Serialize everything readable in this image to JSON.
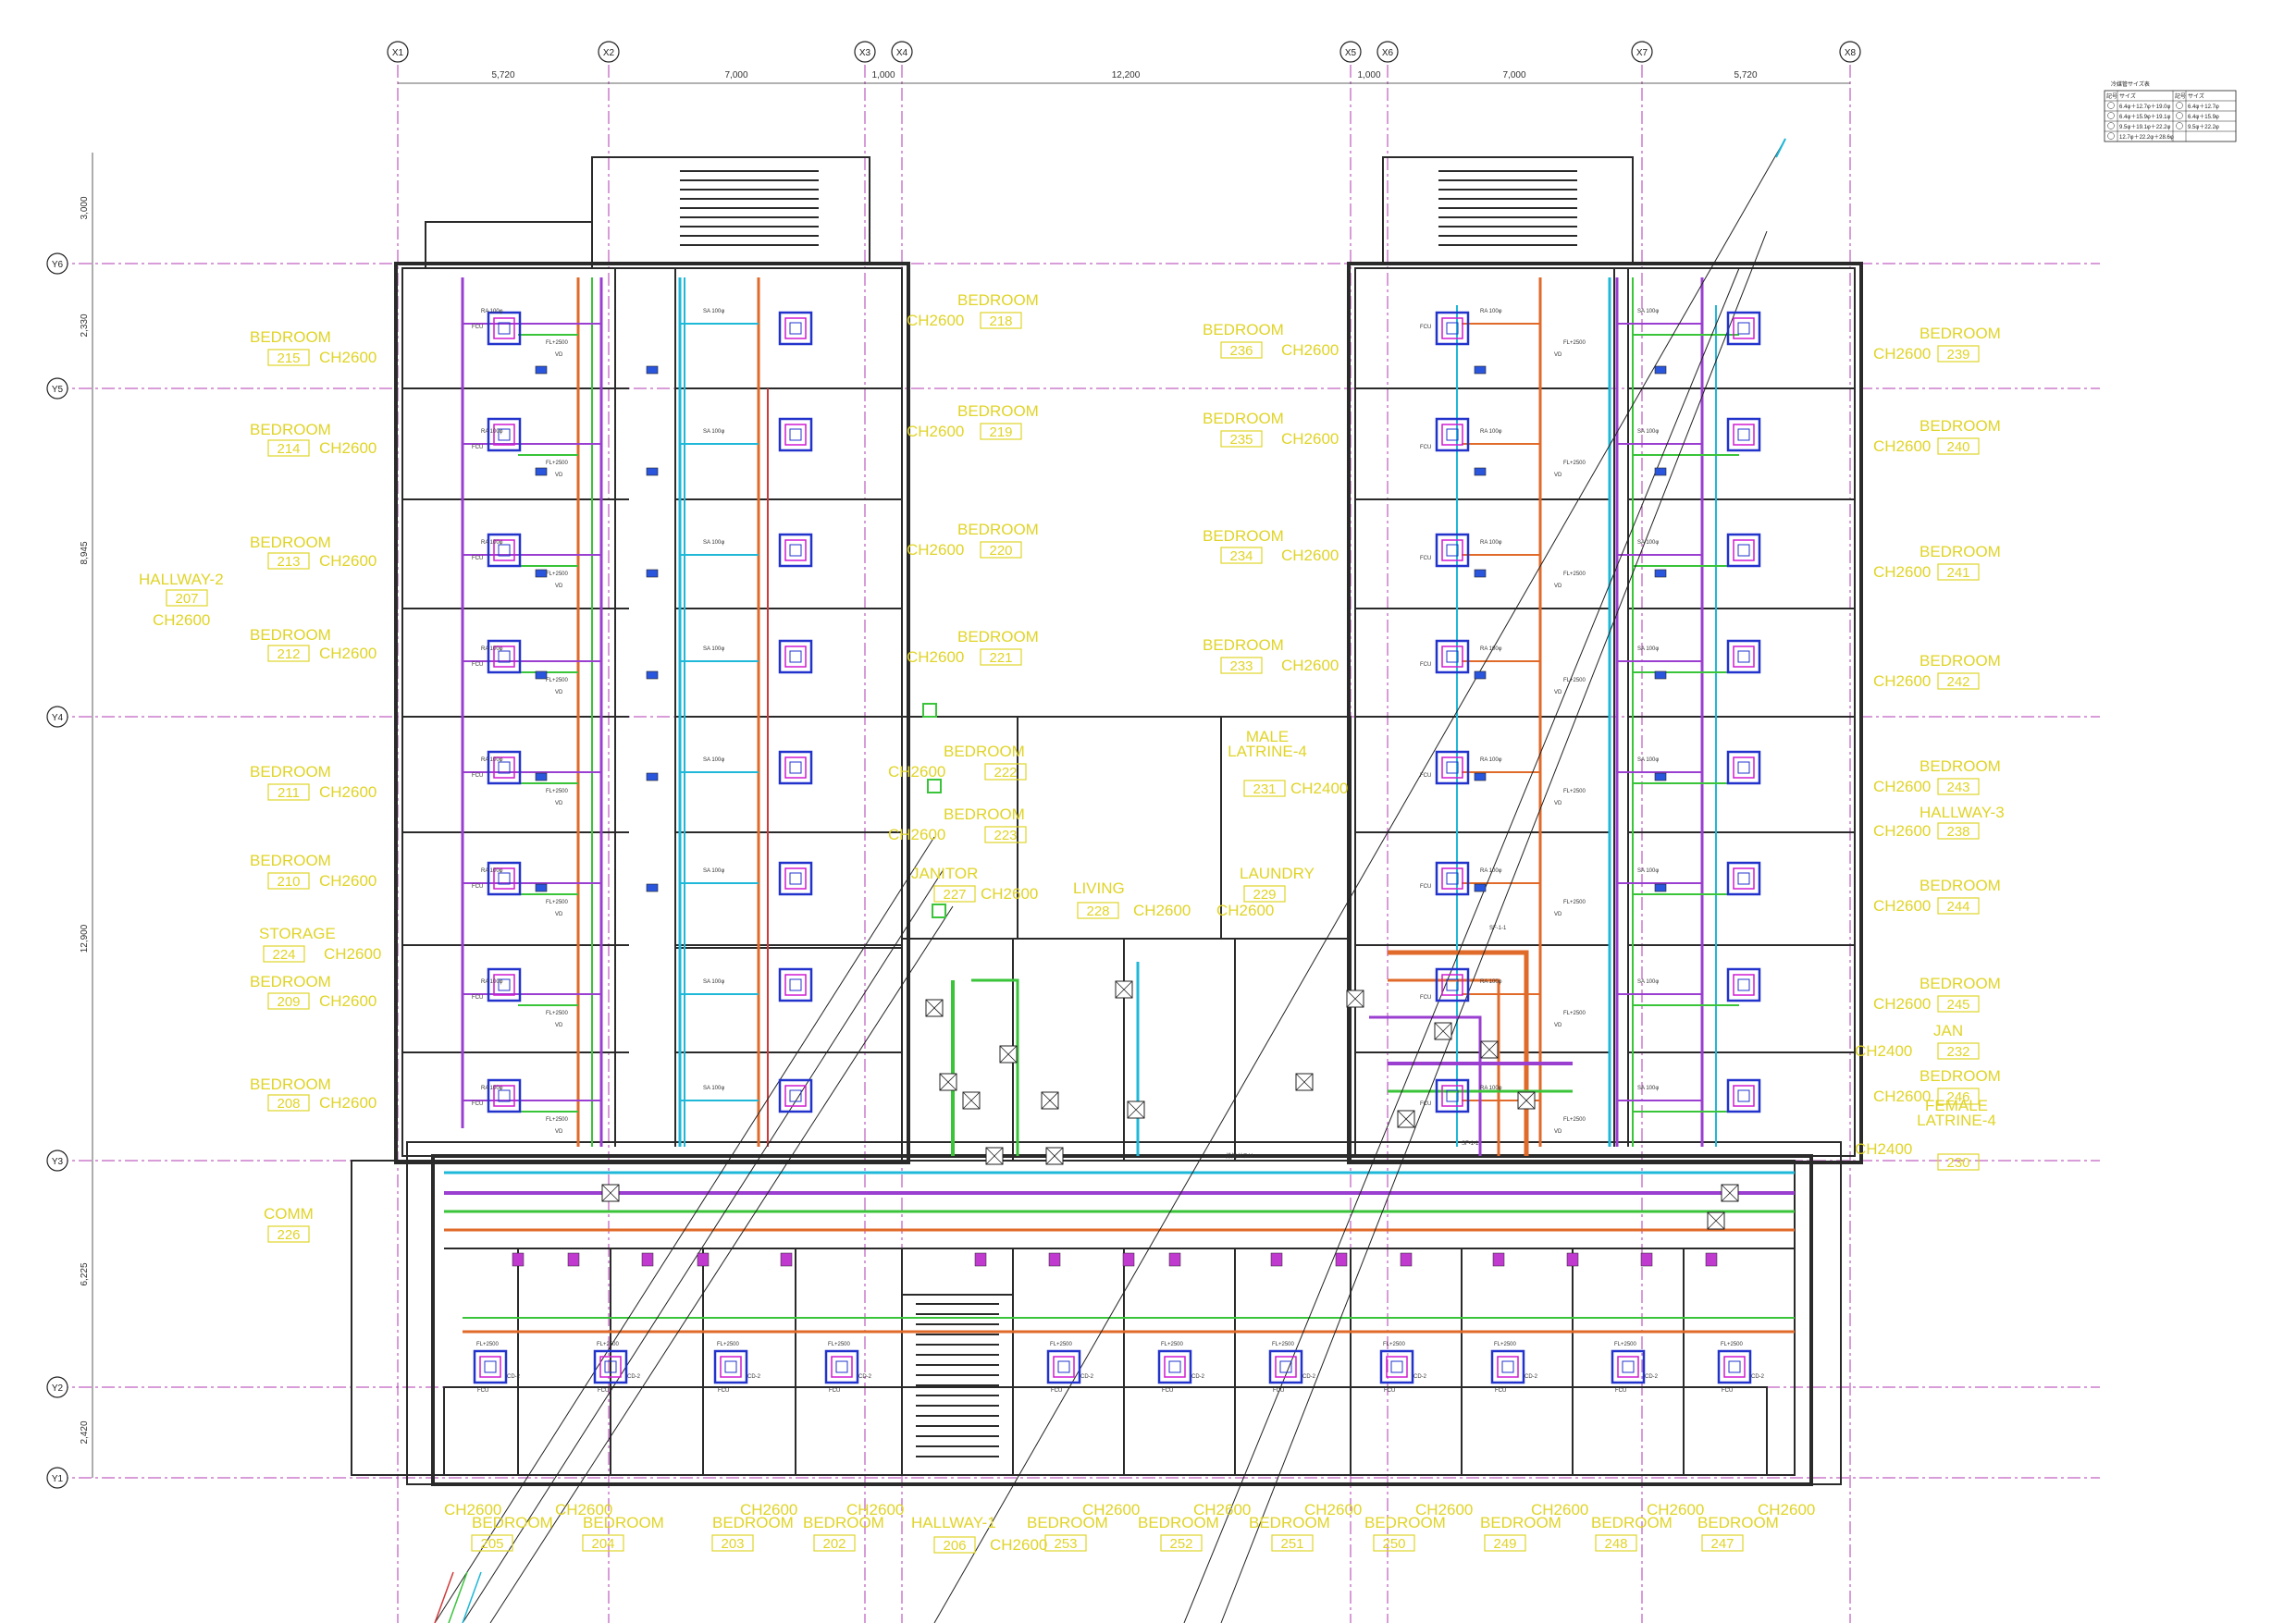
{
  "colors": {
    "wall": "#2a2a2a",
    "grid_line": "#b03ab0",
    "room_label": "#e0d428",
    "supply_duct": "#1fb8d8",
    "return_duct": "#9a3fd0",
    "exhaust_duct": "#e06a2a",
    "fresh_duct": "#39c43a",
    "pipe_red": "#d03a3a",
    "fcu_blue": "#2233cc",
    "annotation": "#333333"
  },
  "grid": {
    "columns": [
      "X1",
      "X2",
      "X3",
      "X4",
      "X5",
      "X6",
      "X7",
      "X8"
    ],
    "rows": [
      "Y6",
      "Y5",
      "Y4",
      "Y3",
      "Y2",
      "Y1"
    ],
    "column_spacings": [
      "5,720",
      "7,000",
      "1,000",
      "12,200",
      "1,000",
      "7,000",
      "5,720"
    ],
    "row_spacings": [
      "3,000",
      "2,330",
      "8,945",
      "12,900",
      "6,225",
      "2,420"
    ]
  },
  "legend": {
    "title": "冷媒管サイズ表",
    "headers": [
      "記号",
      "サイズ",
      "記号",
      "サイズ"
    ],
    "rows": [
      [
        "6.4φ＋12.7φ＋19.0φ",
        "6.4φ＋12.7φ"
      ],
      [
        "6.4φ＋15.9φ＋19.1φ",
        "6.4φ＋15.9φ"
      ],
      [
        "9.5φ＋19.1φ＋22.2φ",
        "9.5φ＋22.2φ"
      ],
      [
        "12.7φ＋22.2φ＋28.6φ",
        ""
      ]
    ]
  },
  "rooms": [
    {
      "name": "BEDROOM",
      "num": "215",
      "ch": "CH2600"
    },
    {
      "name": "BEDROOM",
      "num": "214",
      "ch": "CH2600"
    },
    {
      "name": "BEDROOM",
      "num": "213",
      "ch": "CH2600"
    },
    {
      "name": "BEDROOM",
      "num": "212",
      "ch": "CH2600"
    },
    {
      "name": "HALLWAY-2",
      "num": "207",
      "ch": "CH2600"
    },
    {
      "name": "BEDROOM",
      "num": "211",
      "ch": "CH2600"
    },
    {
      "name": "BEDROOM",
      "num": "210",
      "ch": "CH2600"
    },
    {
      "name": "STORAGE",
      "num": "224",
      "ch": "CH2600"
    },
    {
      "name": "BEDROOM",
      "num": "209",
      "ch": "CH2600"
    },
    {
      "name": "BEDROOM",
      "num": "208",
      "ch": "CH2600"
    },
    {
      "name": "COMM",
      "num": "226",
      "ch": ""
    },
    {
      "name": "BEDROOM",
      "num": "218",
      "ch": "CH2600"
    },
    {
      "name": "BEDROOM",
      "num": "219",
      "ch": "CH2600"
    },
    {
      "name": "BEDROOM",
      "num": "220",
      "ch": "CH2600"
    },
    {
      "name": "BEDROOM",
      "num": "221",
      "ch": "CH2600"
    },
    {
      "name": "BEDROOM",
      "num": "222",
      "ch": "CH2600"
    },
    {
      "name": "BEDROOM",
      "num": "223",
      "ch": "CH2600"
    },
    {
      "name": "JANITOR",
      "num": "227",
      "ch": "CH2600"
    },
    {
      "name": "LIVING",
      "num": "228",
      "ch": "CH2600"
    },
    {
      "name": "LAUNDRY",
      "num": "229",
      "ch": "CH2600"
    },
    {
      "name": "MALE LATRINE-4",
      "num": "231",
      "ch": "CH2400"
    },
    {
      "name": "BEDROOM",
      "num": "236",
      "ch": "CH2600"
    },
    {
      "name": "BEDROOM",
      "num": "235",
      "ch": "CH2600"
    },
    {
      "name": "BEDROOM",
      "num": "234",
      "ch": "CH2600"
    },
    {
      "name": "BEDROOM",
      "num": "233",
      "ch": "CH2600"
    },
    {
      "name": "BEDROOM",
      "num": "239",
      "ch": "CH2600"
    },
    {
      "name": "BEDROOM",
      "num": "240",
      "ch": "CH2600"
    },
    {
      "name": "BEDROOM",
      "num": "241",
      "ch": "CH2600"
    },
    {
      "name": "BEDROOM",
      "num": "242",
      "ch": "CH2600"
    },
    {
      "name": "BEDROOM",
      "num": "243",
      "ch": "CH2600"
    },
    {
      "name": "HALLWAY-3",
      "num": "238",
      "ch": "CH2600"
    },
    {
      "name": "BEDROOM",
      "num": "244",
      "ch": "CH2600"
    },
    {
      "name": "BEDROOM",
      "num": "245",
      "ch": "CH2600"
    },
    {
      "name": "JAN",
      "num": "232",
      "ch": "CH2400"
    },
    {
      "name": "BEDROOM",
      "num": "246",
      "ch": "CH2600"
    },
    {
      "name": "FEMALE LATRINE-4",
      "num": "230",
      "ch": "CH2400"
    },
    {
      "name": "BEDROOM",
      "num": "205",
      "ch": "CH2600"
    },
    {
      "name": "BEDROOM",
      "num": "204",
      "ch": "CH2600"
    },
    {
      "name": "BEDROOM",
      "num": "203",
      "ch": "CH2600"
    },
    {
      "name": "BEDROOM",
      "num": "202",
      "ch": "CH2600"
    },
    {
      "name": "HALLWAY-1",
      "num": "206",
      "ch": "CH2600"
    },
    {
      "name": "BEDROOM",
      "num": "253",
      "ch": "CH2600"
    },
    {
      "name": "BEDROOM",
      "num": "252",
      "ch": "CH2600"
    },
    {
      "name": "BEDROOM",
      "num": "251",
      "ch": "CH2600"
    },
    {
      "name": "BEDROOM",
      "num": "250",
      "ch": "CH2600"
    },
    {
      "name": "BEDROOM",
      "num": "249",
      "ch": "CH2600"
    },
    {
      "name": "BEDROOM",
      "num": "248",
      "ch": "CH2600"
    },
    {
      "name": "BEDROOM",
      "num": "247",
      "ch": "CH2600"
    }
  ],
  "annotations": {
    "fcu_tag": "FCU",
    "ra_tag": "RA 100φ",
    "sa_tag": "SA 100φ",
    "fl_tag": "FL+2500",
    "vd_tag": "VD",
    "cd_tag": "CD-2",
    "sf_tag": "SF-1-1",
    "aq_tag": "排気ガラリ"
  }
}
